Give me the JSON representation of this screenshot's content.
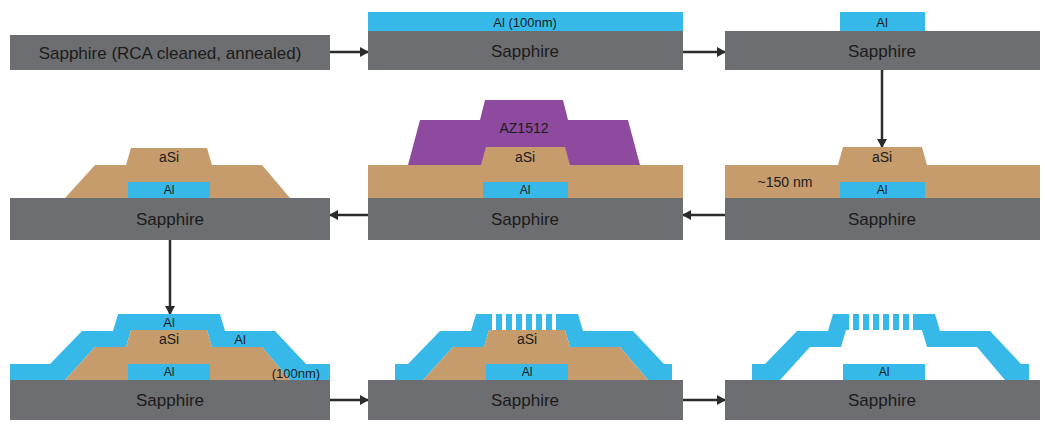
{
  "diagram": {
    "nodes": [
      {
        "text": [
          "Sapphire (RCA cleaned, annealed)"
        ]
      },
      {
        "text": [
          "Al (100nm)"
        ]
      },
      {
        "text": [
          "Sapphire"
        ]
      },
      {
        "text": [
          "Al"
        ]
      },
      {
        "text": [
          "Sapphire"
        ]
      },
      {
        "text": [
          "aSi",
          "~150 nm"
        ]
      },
      {
        "text": [
          "Al"
        ],
        "in": 5
      },
      {
        "text": [
          "Sapphire"
        ]
      },
      {
        "text": [
          "AZ1512"
        ]
      },
      {
        "text": [
          "aSi"
        ]
      },
      {
        "text": [
          "Al"
        ],
        "in": 9
      },
      {
        "text": [
          "Sapphire"
        ]
      },
      {
        "text": [
          "aSi"
        ]
      },
      {
        "text": [
          "Al"
        ],
        "in": 12
      },
      {
        "text": [
          "Sapphire"
        ]
      },
      {
        "text": [
          "Al",
          "Al",
          "(100nm)"
        ]
      },
      {
        "text": [
          "aSi"
        ]
      },
      {
        "text": [
          "Al"
        ],
        "in": 16
      },
      {
        "text": [
          "Sapphire"
        ]
      },
      {
        "text": [
          "aSi"
        ]
      },
      {
        "text": [
          "Al"
        ],
        "in": 19
      },
      {
        "text": [
          "Sapphire"
        ]
      },
      {
        "text": [
          "Al"
        ]
      },
      {
        "text": [
          "Sapphire"
        ]
      }
    ],
    "edges": [
      {
        "from": 0,
        "to": 2,
        "arrow": "to"
      },
      {
        "from": 2,
        "to": 4,
        "arrow": "to"
      },
      {
        "from": 4,
        "to": 5,
        "arrow": "to"
      },
      {
        "from": 7,
        "to": 11,
        "arrow": "to"
      },
      {
        "from": 11,
        "to": 14,
        "arrow": "to"
      },
      {
        "from": 14,
        "to": 15,
        "arrow": "to"
      },
      {
        "from": 18,
        "to": 21,
        "arrow": "to"
      },
      {
        "from": 21,
        "to": 23,
        "arrow": "to"
      }
    ]
  }
}
